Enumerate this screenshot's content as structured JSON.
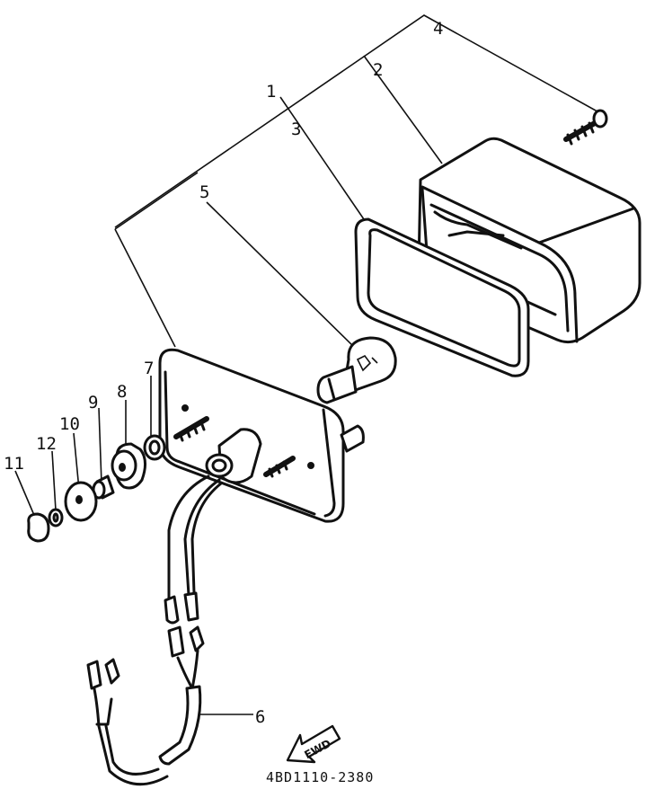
{
  "diagram": {
    "part_labels": [
      {
        "id": "p1",
        "text": "1"
      },
      {
        "id": "p2",
        "text": "2"
      },
      {
        "id": "p3",
        "text": "3"
      },
      {
        "id": "p4",
        "text": "4"
      },
      {
        "id": "p5",
        "text": "5"
      },
      {
        "id": "p6",
        "text": "6"
      },
      {
        "id": "p7",
        "text": "7"
      },
      {
        "id": "p8",
        "text": "8"
      },
      {
        "id": "p9",
        "text": "9"
      },
      {
        "id": "p10",
        "text": "10"
      },
      {
        "id": "p11",
        "text": "11"
      },
      {
        "id": "p12",
        "text": "12"
      }
    ],
    "direction_arrow": "FWD",
    "drawing_code": "4BD1110-2380"
  }
}
